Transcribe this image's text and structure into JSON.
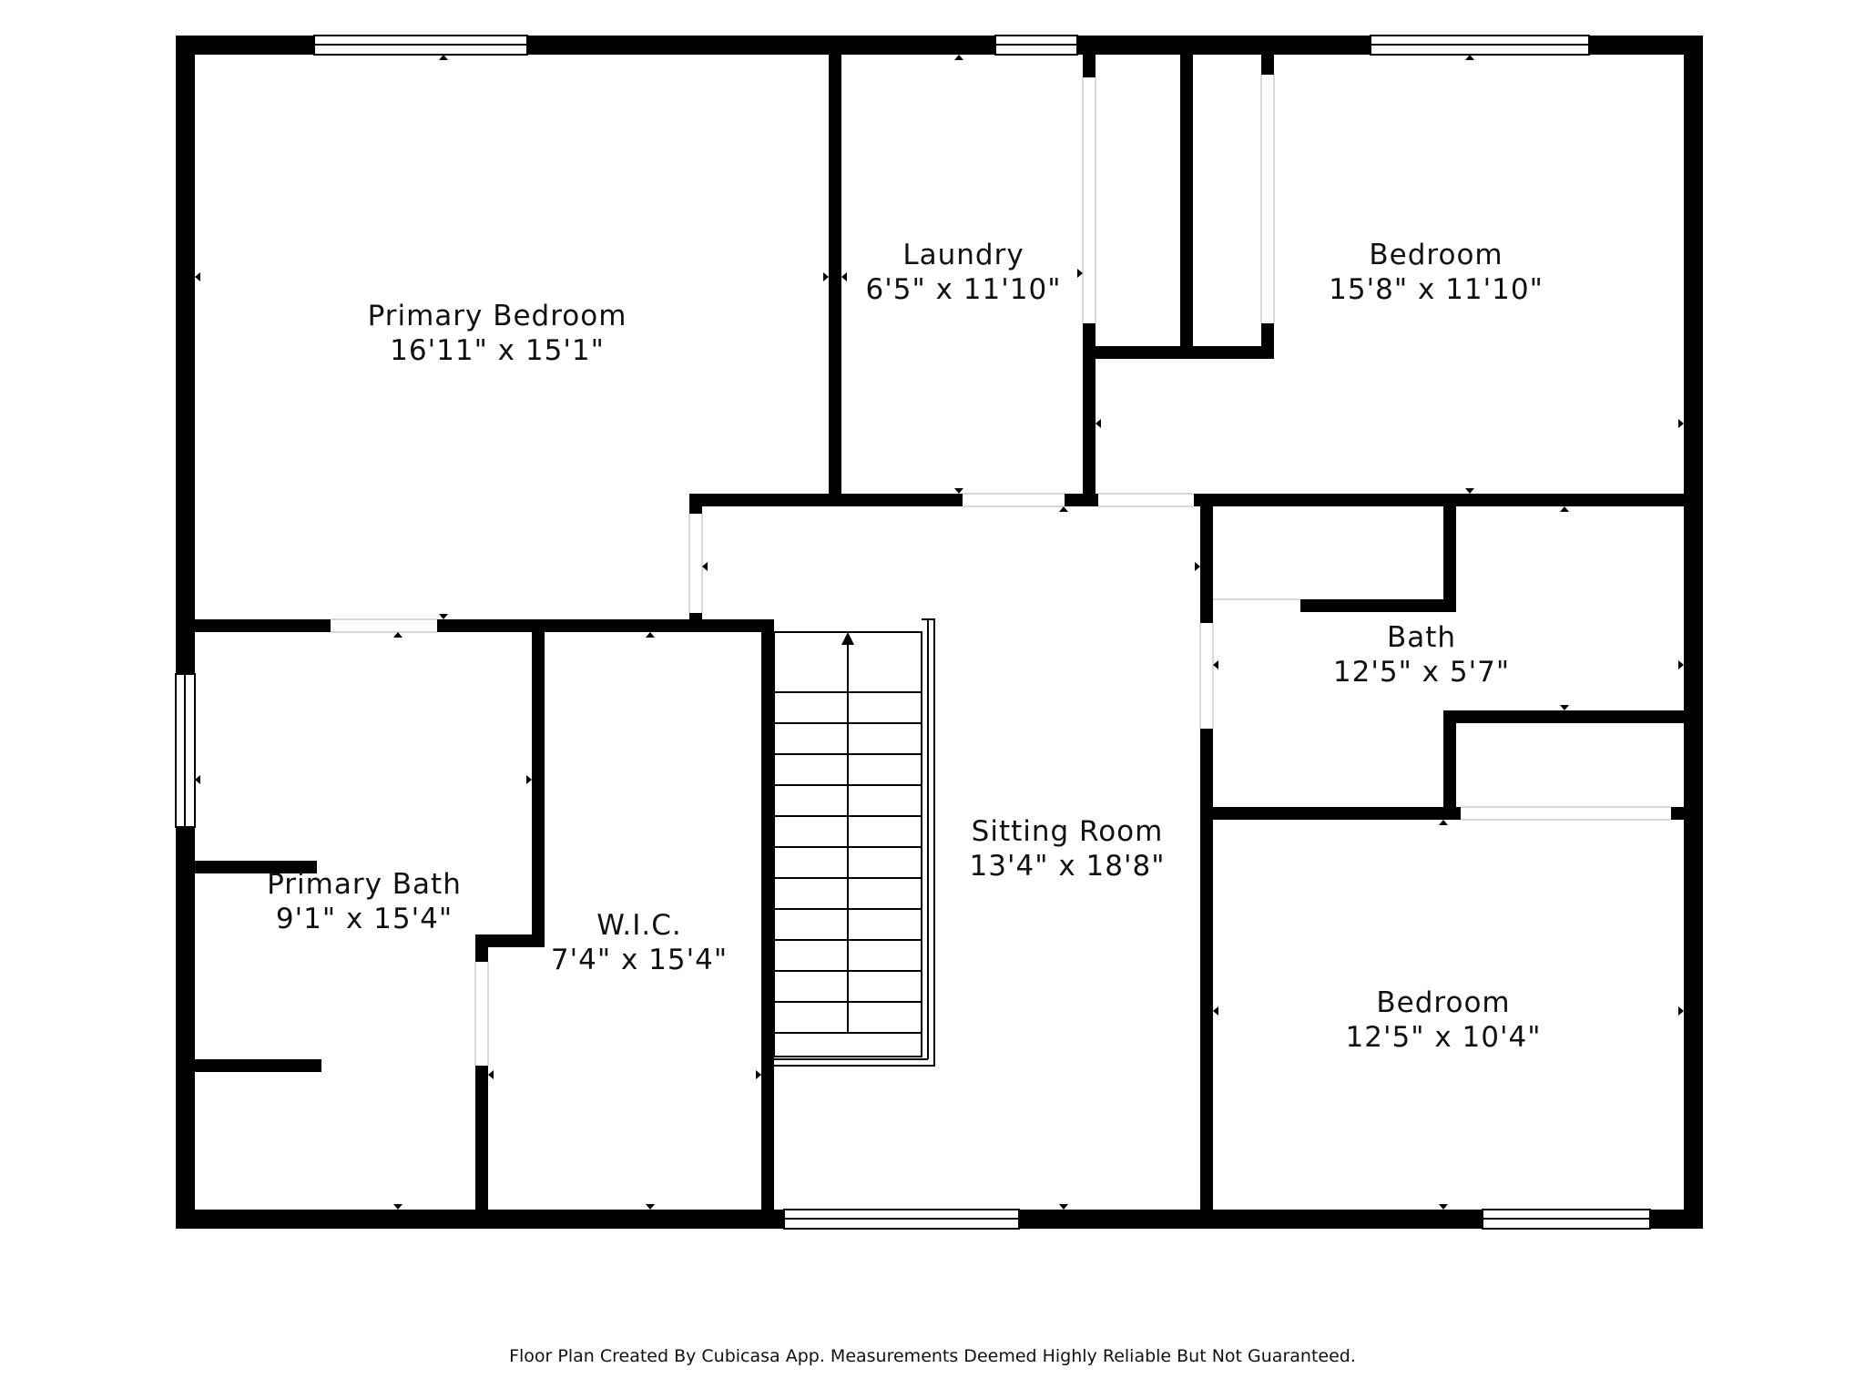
{
  "rooms": [
    {
      "id": "primary-bedroom",
      "name": "Primary Bedroom",
      "dims": "16'11\" x 15'1\""
    },
    {
      "id": "laundry",
      "name": "Laundry",
      "dims": "6'5\" x 11'10\""
    },
    {
      "id": "bedroom-ne",
      "name": "Bedroom",
      "dims": "15'8\" x 11'10\""
    },
    {
      "id": "bath",
      "name": "Bath",
      "dims": "12'5\" x 5'7\""
    },
    {
      "id": "sitting-room",
      "name": "Sitting Room",
      "dims": "13'4\" x 18'8\""
    },
    {
      "id": "primary-bath",
      "name": "Primary Bath",
      "dims": "9'1\" x 15'4\""
    },
    {
      "id": "wic",
      "name": "W.I.C.",
      "dims": "7'4\" x 15'4\""
    },
    {
      "id": "bedroom-se",
      "name": "Bedroom",
      "dims": "12'5\" x 10'4\""
    }
  ],
  "footer": "Floor Plan Created By Cubicasa App. Measurements Deemed Highly Reliable But Not Guaranteed.",
  "colors": {
    "wall": "#000000",
    "background": "#ffffff",
    "text": "#111111"
  }
}
